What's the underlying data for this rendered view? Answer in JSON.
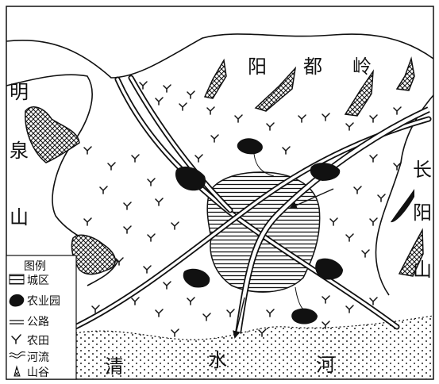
{
  "map": {
    "labels": {
      "mountain_north": [
        "阳",
        "都",
        "岭"
      ],
      "mountain_west": [
        "明",
        "泉",
        "山"
      ],
      "mountain_east": [
        "长",
        "阳",
        "山"
      ],
      "river": [
        "清",
        "水",
        "河"
      ]
    },
    "legend": {
      "title": "图例",
      "items": [
        {
          "key": "city",
          "label": "城区"
        },
        {
          "key": "orchard",
          "label": "农业园"
        },
        {
          "key": "highway",
          "label": "公路"
        },
        {
          "key": "farmland",
          "label": "农田"
        },
        {
          "key": "river",
          "label": "河流"
        },
        {
          "key": "valley",
          "label": "山谷"
        }
      ]
    }
  }
}
